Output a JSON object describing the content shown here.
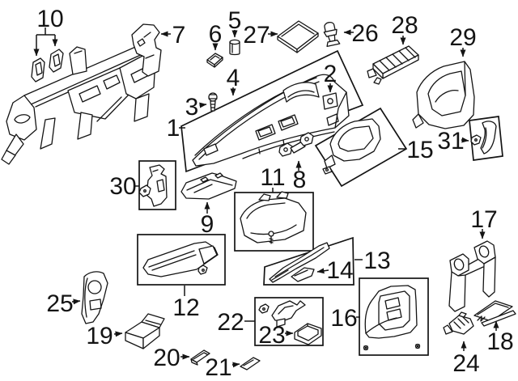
{
  "diagram": {
    "background_color": "#ffffff",
    "line_color": "#141414",
    "callouts": [
      {
        "number": "1"
      },
      {
        "number": "2"
      },
      {
        "number": "3"
      },
      {
        "number": "4"
      },
      {
        "number": "5"
      },
      {
        "number": "6"
      },
      {
        "number": "7"
      },
      {
        "number": "8"
      },
      {
        "number": "9"
      },
      {
        "number": "10"
      },
      {
        "number": "11"
      },
      {
        "number": "12"
      },
      {
        "number": "13"
      },
      {
        "number": "14"
      },
      {
        "number": "15"
      },
      {
        "number": "16"
      },
      {
        "number": "17"
      },
      {
        "number": "18"
      },
      {
        "number": "19"
      },
      {
        "number": "20"
      },
      {
        "number": "21"
      },
      {
        "number": "22"
      },
      {
        "number": "23"
      },
      {
        "number": "24"
      },
      {
        "number": "25"
      },
      {
        "number": "26"
      },
      {
        "number": "27"
      },
      {
        "number": "28"
      },
      {
        "number": "29"
      },
      {
        "number": "30"
      },
      {
        "number": "31"
      }
    ]
  }
}
